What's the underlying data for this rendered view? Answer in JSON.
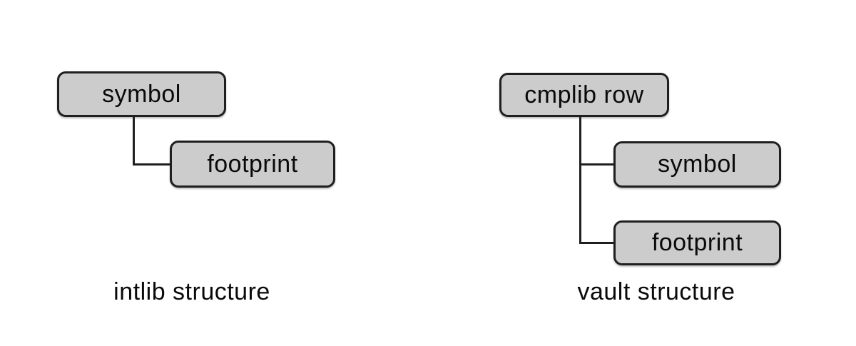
{
  "diagrams": {
    "intlib": {
      "caption": "intlib structure",
      "root": "symbol",
      "child1": "footprint"
    },
    "vault": {
      "caption": "vault structure",
      "root": "cmplib row",
      "child1": "symbol",
      "child2": "footprint"
    }
  },
  "colors": {
    "background": "#ffffff",
    "box_fill": "#cccccc",
    "box_border": "#1f1f1f",
    "connector": "#1f1f1f",
    "text": "#0a0a0a"
  }
}
